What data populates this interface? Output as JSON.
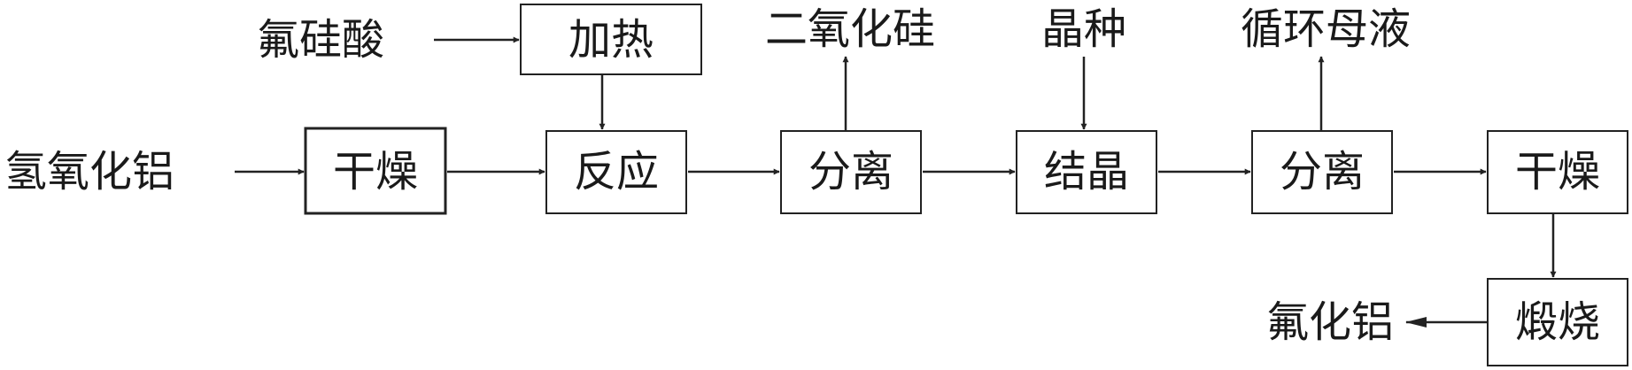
{
  "diagram": {
    "nodes": {
      "dry1": "干燥",
      "heat": "加热",
      "react": "反应",
      "sep1": "分离",
      "crystal": "结晶",
      "sep2": "分离",
      "dry2": "干燥",
      "calcine": "煅烧"
    },
    "labels": {
      "fluorosilicic_acid": "氟硅酸",
      "aluminum_hydroxide": "氢氧化铝",
      "silicon_dioxide": "二氧化硅",
      "seed_crystal": "晶种",
      "mother_liquor": "循环母液",
      "aluminum_fluoride": "氟化铝"
    }
  }
}
